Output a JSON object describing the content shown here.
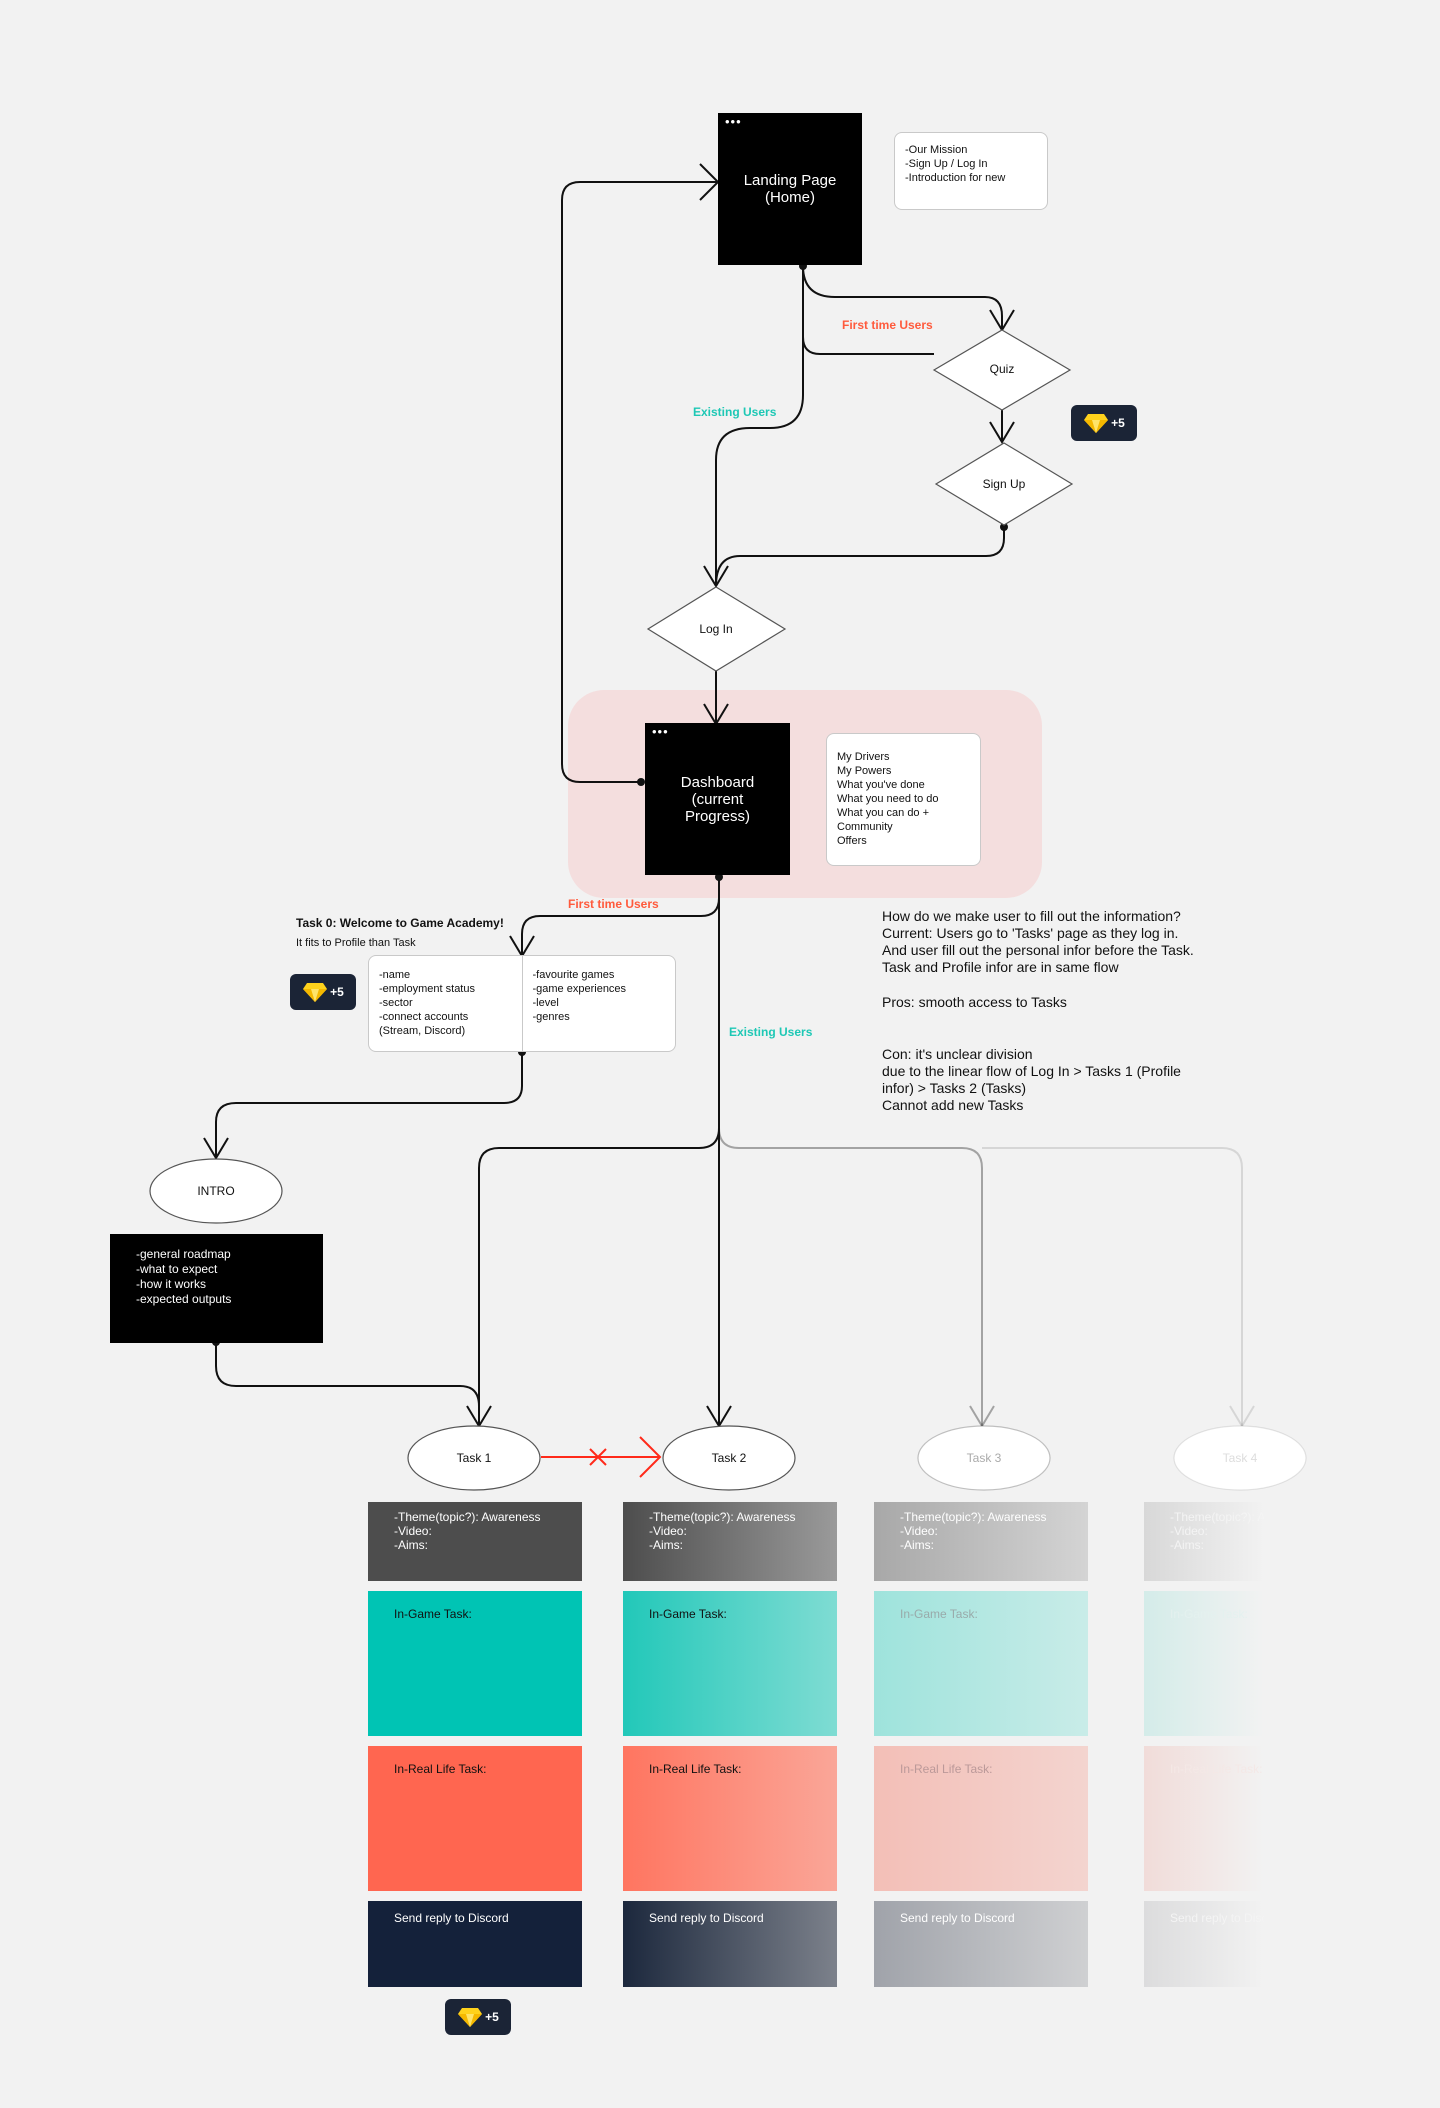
{
  "colors": {
    "teal": "#00c4b4",
    "coral": "#ff6650",
    "navy": "#14213a",
    "dark_grey": "#4d4d4d",
    "highlight": "#f4dede",
    "first_time_label": "#ff5a3c",
    "existing_label": "#1ec8b5",
    "gem_badge": "#1b2436"
  },
  "nodes": {
    "landing": {
      "title": "Landing Page\n(Home)",
      "note": "-Our Mission\n-Sign Up / Log In\n-Introduction for new"
    },
    "quiz": "Quiz",
    "sign_up": "Sign Up",
    "log_in": "Log In",
    "dashboard": {
      "title": "Dashboard\n(current\nProgress)",
      "note": "My Drivers\nMy Powers\nWhat you've done\nWhat you need to do\nWhat you can do +\nCommunity\nOffers"
    },
    "intro": {
      "title": "INTRO",
      "note": "-general roadmap\n-what to expect\n-how it works\n-expected outputs"
    }
  },
  "labels": {
    "first_time_users": "First time Users",
    "existing_users": "Existing Users"
  },
  "task0": {
    "title": "Task 0: Welcome to Game Academy!",
    "subtitle": "It fits to Profile than Task",
    "left": "-name\n-employment status\n-sector\n-connect accounts\n(Stream, Discord)",
    "right": "-favourite games\n-game experiences\n-level\n-genres"
  },
  "badge": {
    "icon": "gem-icon",
    "text": "+5"
  },
  "commentary": {
    "question": "How do we make user to fill out the information?\nCurrent: Users go to 'Tasks' page as they log in.\nAnd user fill out the personal infor before the Task.\nTask and Profile infor are in same flow",
    "pros": "Pros: smooth access to Tasks",
    "cons": "Con: it's unclear division\ndue to the linear flow of Log In > Tasks 1 (Profile\ninfor) > Tasks 2 (Tasks)\nCannot add new Tasks"
  },
  "tasks": [
    {
      "name": "Task 1",
      "theme": "-Theme(topic?): Awareness\n-Video:\n-Aims:",
      "in_game": "In-Game Task:",
      "real_life": "In-Real Life Task:",
      "discord": "Send reply to Discord"
    },
    {
      "name": "Task 2",
      "theme": "-Theme(topic?): Awareness\n-Video:\n-Aims:",
      "in_game": "In-Game Task:",
      "real_life": "In-Real Life Task:",
      "discord": "Send reply to Discord"
    },
    {
      "name": "Task 3",
      "theme": "-Theme(topic?): Awareness\n-Video:\n-Aims:",
      "in_game": "In-Game Task:",
      "real_life": "In-Real Life Task:",
      "discord": "Send reply to Discord"
    },
    {
      "name": "Task 4",
      "theme": "-Theme(topic?): Awareness\n-Video:\n-Aims:",
      "in_game": "In-Game Task:",
      "real_life": "In-Real Life Task:",
      "discord": "Send reply to Discord"
    }
  ]
}
